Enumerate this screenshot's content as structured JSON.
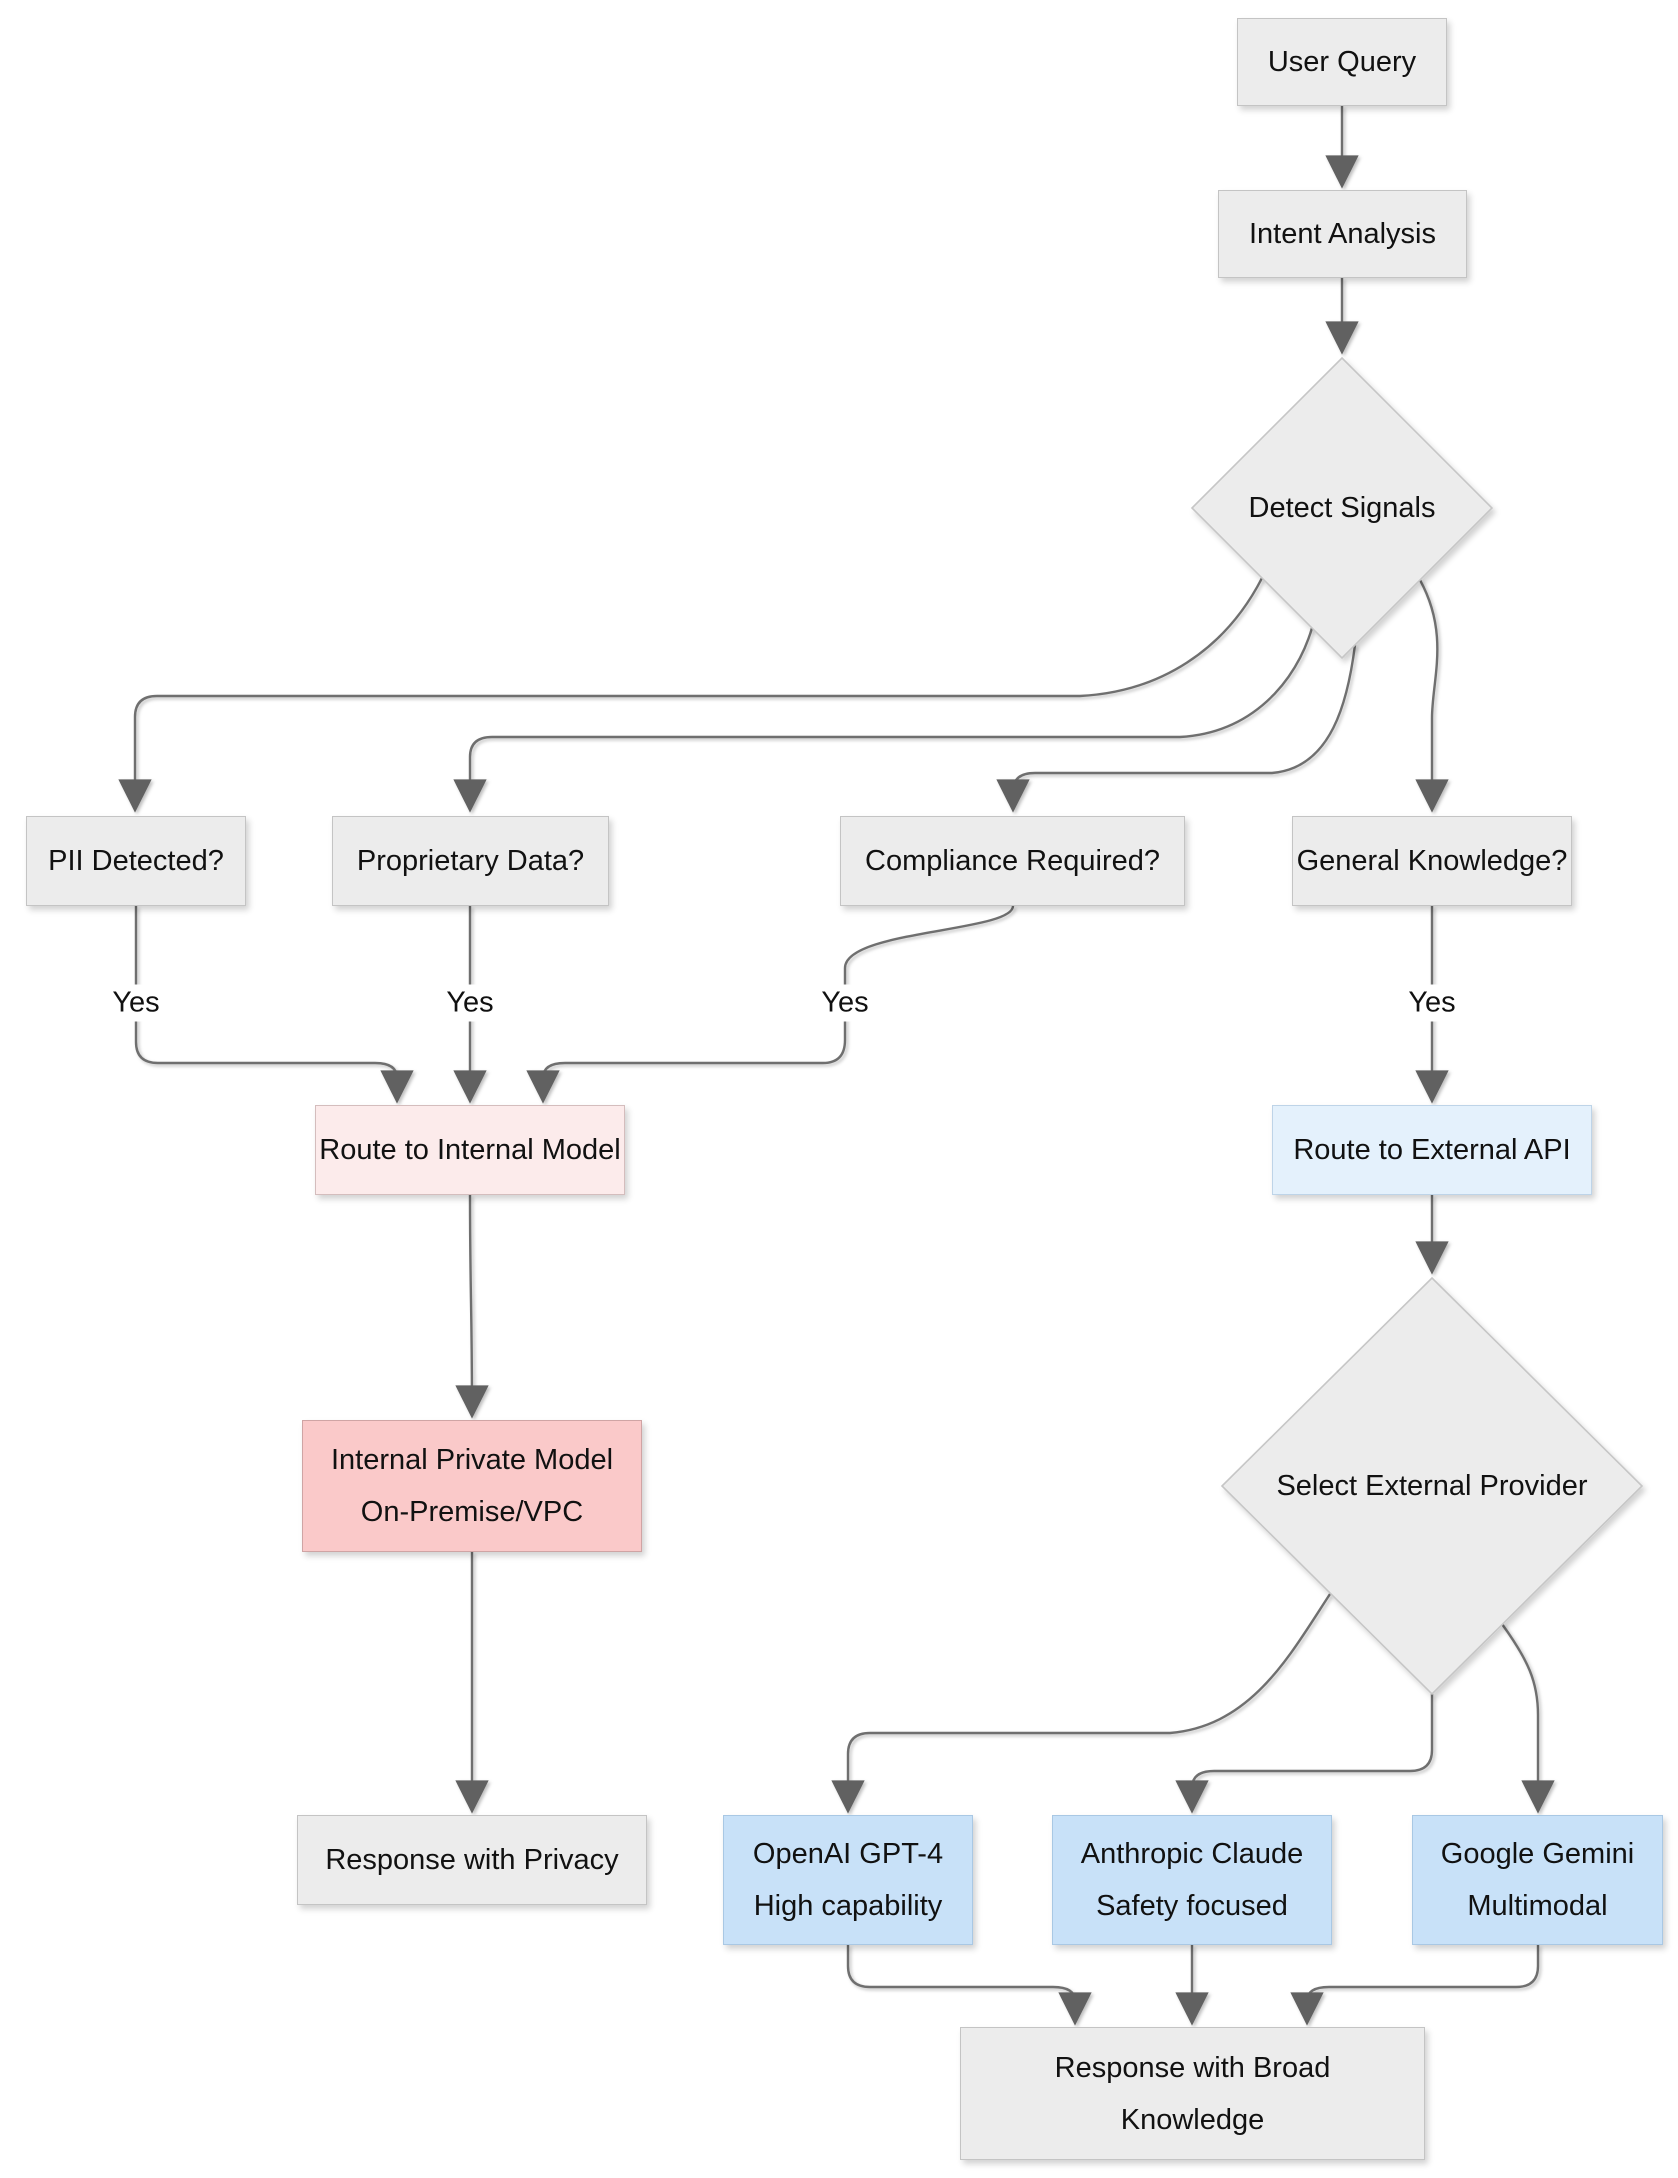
{
  "diagram_type": "flowchart",
  "colors": {
    "background": "#ffffff",
    "node_fill": "#ececec",
    "node_border": "#c4c4c4",
    "internal_route_fill": "#fcebeb",
    "internal_model_fill": "#fac9c9",
    "external_route_fill": "#e4f1fc",
    "provider_fill": "#c8e1f8",
    "edge": "#6f6f6f",
    "text": "#111111"
  },
  "nodes": {
    "user_query": {
      "label": "User Query"
    },
    "intent_analysis": {
      "label": "Intent Analysis"
    },
    "detect_signals": {
      "label": "Detect Signals"
    },
    "pii_detected": {
      "label": "PII Detected?"
    },
    "proprietary_data": {
      "label": "Proprietary Data?"
    },
    "compliance_required": {
      "label": "Compliance Required?"
    },
    "general_knowledge": {
      "label": "General Knowledge?"
    },
    "route_internal": {
      "label": "Route to Internal Model"
    },
    "route_external": {
      "label": "Route to External API"
    },
    "internal_model": {
      "line1": "Internal Private Model",
      "line2": "On-Premise/VPC"
    },
    "select_provider": {
      "label": "Select External Provider"
    },
    "openai": {
      "line1": "OpenAI GPT-4",
      "line2": "High capability"
    },
    "anthropic": {
      "line1": "Anthropic Claude",
      "line2": "Safety focused"
    },
    "google": {
      "line1": "Google Gemini",
      "line2": "Multimodal"
    },
    "response_privacy": {
      "label": "Response with Privacy"
    },
    "response_broad": {
      "line1": "Response with Broad",
      "line2": "Knowledge"
    }
  },
  "edge_labels": {
    "pii_yes": "Yes",
    "proprietary_yes": "Yes",
    "compliance_yes": "Yes",
    "general_yes": "Yes"
  }
}
